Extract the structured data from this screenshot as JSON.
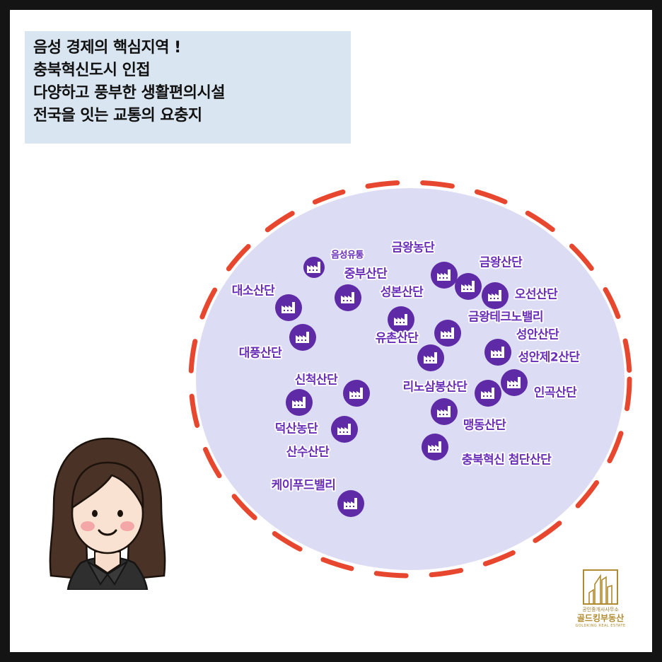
{
  "info_box": {
    "lines": [
      "음성 경제의 핵심지역 !",
      "충북혁신도시 인접",
      "다양하고 풍부한 생활편의시설",
      "전국을 잇는 교통의 요충지"
    ]
  },
  "colors": {
    "background": "#ffffff",
    "frame_border": "#141414",
    "info_box": "#d9e5f0",
    "map_ellipse": "#dcdcf4",
    "dashed_ring": "#e8472f",
    "pin": "#5e2aa6",
    "label_text": "#6a2fb8",
    "logo_gold": "#b08a2e"
  },
  "map": {
    "icon": "factory-icon",
    "labels": {
      "eumseong_yutong": "음성유통",
      "geumwang_nongdan": "금왕농단",
      "geumwang_sandan": "금왕산단",
      "jungbu_sandan": "중부산단",
      "daeso_sandan": "대소산단",
      "seongbon_sandan": "성본산단",
      "oseon_sandan": "오선산단",
      "geumwang_techno": "금왕테크노밸리",
      "yuchon_sandan": "유촌산단",
      "seongan_sandan": "성안산단",
      "daepung_sandan": "대풍산단",
      "seongan_2": "성안제2산단",
      "sincheok_sandan": "신척산단",
      "reno_sambong": "리노삼봉산단",
      "ingok_sandan": "인곡산단",
      "deoksan_nongdan": "덕산농단",
      "maengdong_sandan": "맹동산단",
      "sansu_sandan": "산수산단",
      "chungbuk_cheomdan": "충북혁신 첨단산단",
      "kfood_valley": "케이푸드밸리"
    }
  },
  "logo": {
    "small_text": "공인중개사사무소",
    "main_text": "골드킹부동산",
    "english_text": "GOLDKING REAL ESTATE"
  }
}
